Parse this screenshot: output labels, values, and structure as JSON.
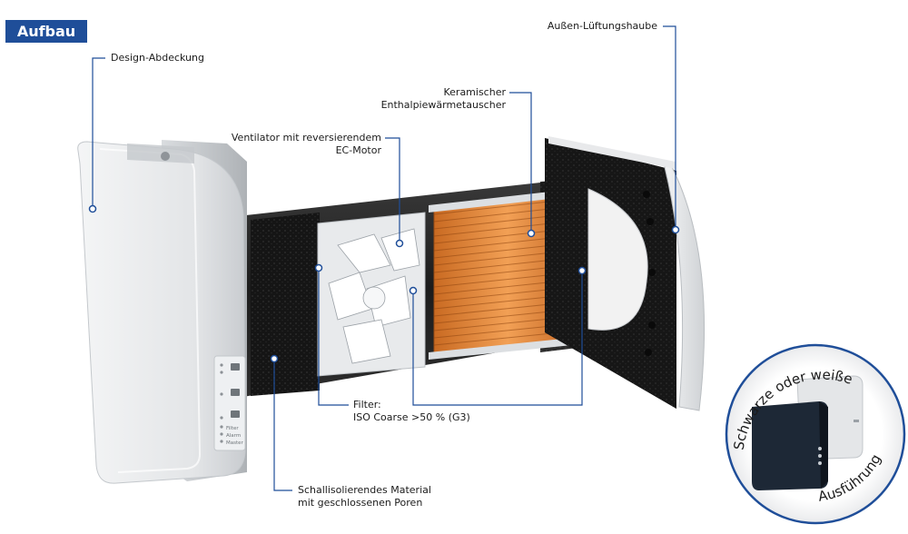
{
  "title": "Aufbau",
  "labels": {
    "design_cover": "Design-Abdeckung",
    "outer_hood": "Außen-Lüftungshaube",
    "exchanger_line1": "Keramischer",
    "exchanger_line2": "Enthalpiewärmetauscher",
    "fan_line1": "Ventilator mit reversierendem",
    "fan_line2": "EC-Motor",
    "filter_line1": "Filter:",
    "filter_line2": "ISO Coarse >50 % (G3)",
    "insulation_line1": "Schallisolierendes Material",
    "insulation_line2": "mit geschlossenen Poren"
  },
  "inset": {
    "arc_top": "Schwarze oder weiße",
    "arc_bottom": "Ausführung"
  },
  "control_panel": [
    "Filter",
    "Alarm",
    "Master"
  ],
  "colors": {
    "badge": "#1f4e99",
    "leader": "#1f4e99",
    "exchanger": "#e08a3c"
  }
}
